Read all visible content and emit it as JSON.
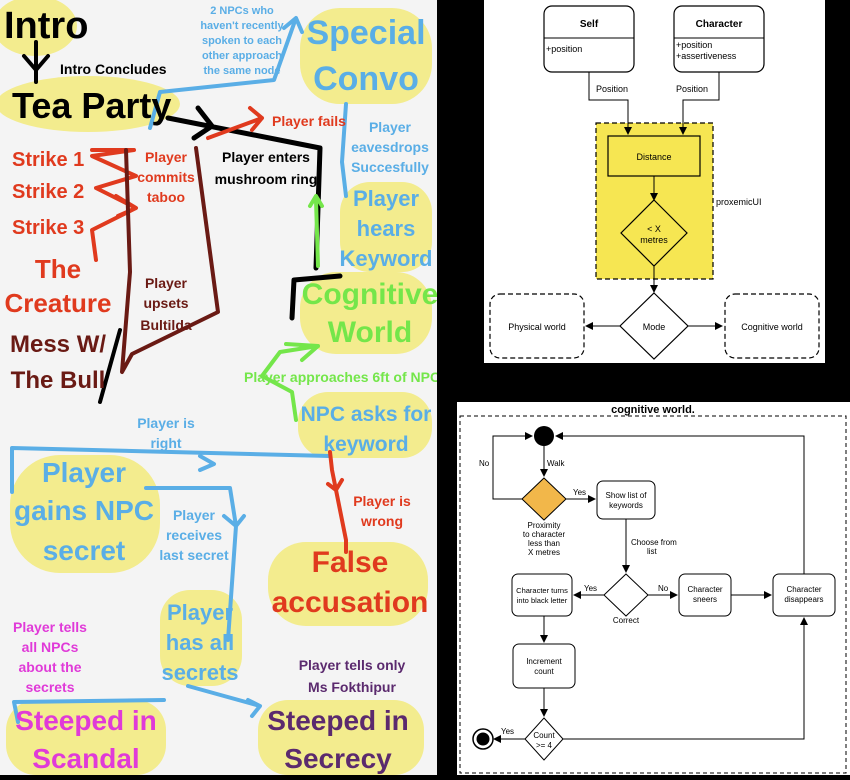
{
  "left": {
    "intro": "Intro",
    "intro_concludes": "Intro Concludes",
    "tea_party": "Tea Party",
    "npc_note": [
      "2 NPCs who",
      "haven't recently",
      "spoken to each",
      "other approach",
      "the same node"
    ],
    "special": "Special",
    "convo": "Convo",
    "player_fails": "Player fails",
    "strike1": "Strike 1",
    "strike2": "Strike 2",
    "strike3": "Strike 3",
    "commits_taboo": [
      "Player",
      "commits",
      "taboo"
    ],
    "enters_ring": [
      "Player enters",
      "mushroom ring"
    ],
    "eavesdrops": [
      "Player",
      "eavesdrops",
      "Succesfully"
    ],
    "hears_keyword": [
      "Player",
      "hears",
      "Keyword"
    ],
    "the_creature": [
      "The",
      "Creature"
    ],
    "upsets": [
      "Player",
      "upsets",
      "Bultilda"
    ],
    "cognitive_world": [
      "Cognitive",
      "World"
    ],
    "mess_bull": [
      "Mess W/",
      "The Bull"
    ],
    "approaches": "Player approaches 6ft of NPC",
    "npc_asks": [
      "NPC asks for",
      "keyword"
    ],
    "is_right": [
      "Player is",
      "right"
    ],
    "gains_secret": [
      "Player",
      "gains NPC",
      "secret"
    ],
    "is_wrong": [
      "Player is",
      "wrong"
    ],
    "receives_last": [
      "Player",
      "receives",
      "last secret"
    ],
    "false_accusation": [
      "False",
      "accusation"
    ],
    "tells_all": [
      "Player tells",
      "all NPCs",
      "about the",
      "secrets"
    ],
    "has_all": [
      "Player",
      "has all",
      "secrets"
    ],
    "tells_only": [
      "Player tells only",
      "Ms Fokthipur"
    ],
    "scandal": [
      "Steeped in",
      "Scandal"
    ],
    "secrecy": [
      "Steeped in",
      "Secrecy"
    ]
  },
  "proxemic": {
    "self_title": "Self",
    "self_attr": "+position",
    "char_title": "Character",
    "char_attrs": [
      "+position",
      "+assertiveness"
    ],
    "position_label_1": "Position",
    "position_label_2": "Position",
    "distance": "Distance",
    "decision": [
      "< X",
      "metres"
    ],
    "group_label": "proxemicUI",
    "mode": "Mode",
    "physical": "Physical world",
    "cognitive": "Cognitive world"
  },
  "cognitive": {
    "title": "cognitive world.",
    "no_label": "No",
    "walk_label": "Walk",
    "yes_label_1": "Yes",
    "proximity": [
      "Proximity",
      "to character",
      "less than",
      "X metres"
    ],
    "show_list": [
      "Show list of",
      "keywords"
    ],
    "choose": [
      "Choose from",
      "list"
    ],
    "correct": "Correct",
    "yes_label_2": "Yes",
    "no_label_2": "No",
    "turns_black": [
      "Character turns",
      "into black letter"
    ],
    "sneers": [
      "Character",
      "sneers"
    ],
    "disappears": [
      "Character",
      "disappears"
    ],
    "increment": [
      "Increment",
      "count"
    ],
    "count_cond": [
      "Count",
      ">= 4"
    ],
    "yes_label_3": "Yes"
  },
  "colors": {
    "highlight": "#f3ec8e",
    "red": "#e03a1e",
    "blue": "#5aaee6",
    "green": "#74e64a",
    "darkred": "#6a1a14",
    "purple": "#5b2a6e",
    "magenta": "#e03ad8",
    "yellow_box": "#f6e652"
  }
}
